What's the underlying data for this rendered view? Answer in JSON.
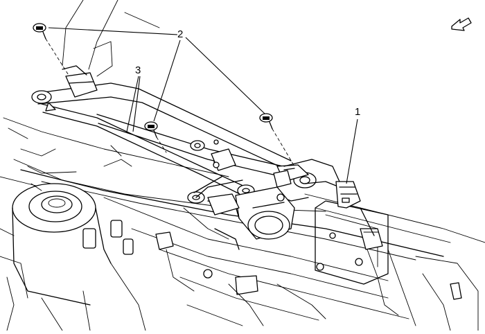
{
  "callouts": [
    {
      "id": "1",
      "label": "1"
    },
    {
      "id": "2",
      "label": "2"
    },
    {
      "id": "3",
      "label": "3"
    }
  ],
  "orientation_icon": "forward-arrow-icon"
}
